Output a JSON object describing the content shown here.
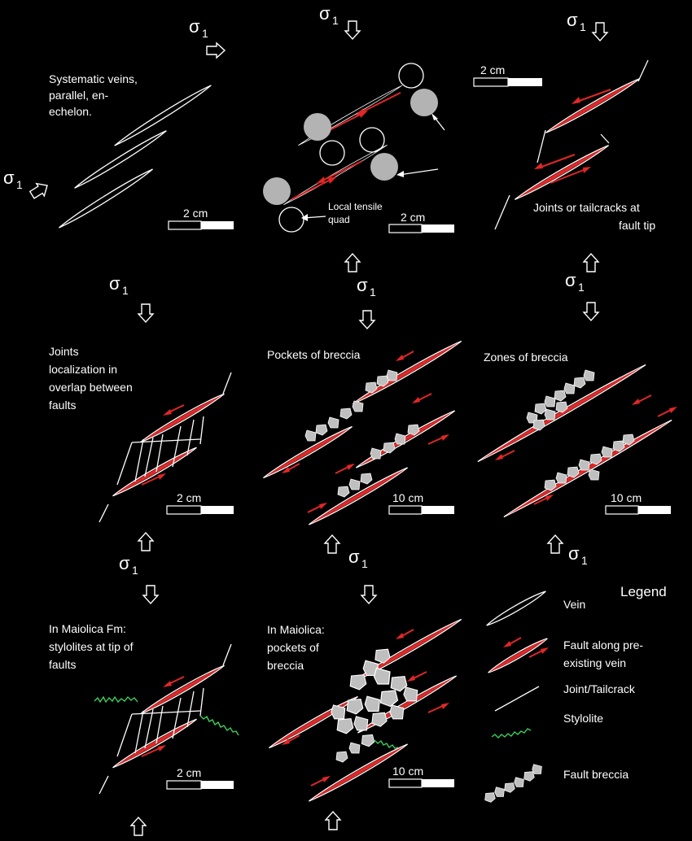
{
  "sigma": {
    "symbol": "σ",
    "sub": "1"
  },
  "panels": {
    "p1": {
      "caption": [
        "Systematic veins,",
        "parallel, en-",
        "echelon."
      ],
      "scale": "2 cm"
    },
    "p2": {
      "annotation": [
        "Local tensile",
        "quad"
      ],
      "scale": "2 cm"
    },
    "p3": {
      "caption": [
        "Joints or tailcracks at",
        "fault tip"
      ],
      "scale": "2 cm"
    },
    "p4": {
      "caption": [
        "Joints",
        "localization in",
        "overlap between",
        "faults"
      ],
      "scale": "2 cm"
    },
    "p5": {
      "caption": [
        "Pockets of breccia"
      ],
      "scale": "10 cm"
    },
    "p6": {
      "caption": [
        "Zones of breccia"
      ],
      "scale": "10 cm"
    },
    "p7": {
      "caption": [
        "In Maiolica Fm:",
        "stylolites at tip of",
        "faults"
      ],
      "scale": "2 cm"
    },
    "p8": {
      "caption": [
        "In Maiolica:",
        "pockets of",
        "breccia"
      ],
      "scale": "10 cm"
    }
  },
  "legend": {
    "title": "Legend",
    "items": [
      {
        "label": [
          "Vein"
        ]
      },
      {
        "label": [
          "Fault along pre-",
          "existing vein"
        ]
      },
      {
        "label": [
          "Joint/Tailcrack"
        ]
      },
      {
        "label": [
          "Stylolite"
        ]
      },
      {
        "label": [
          "Fault breccia"
        ]
      }
    ]
  },
  "colors": {
    "fault": "#e12727",
    "stylolite": "#3ccf5a",
    "breccia": "#bfbfbf",
    "background": "#000000"
  }
}
